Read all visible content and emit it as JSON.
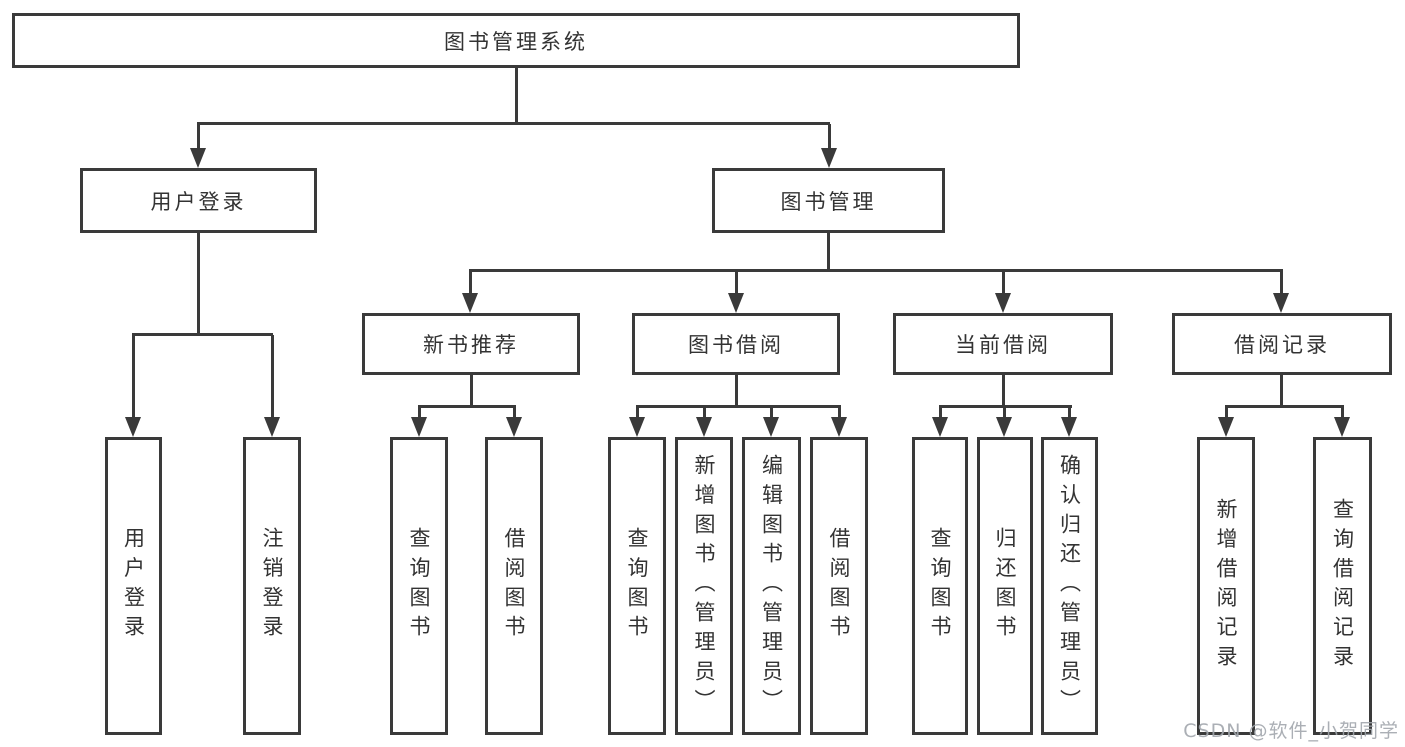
{
  "tree": {
    "label": "图书管理系统",
    "children": [
      {
        "label": "用户登录",
        "children": [
          {
            "label": "用户登录"
          },
          {
            "label": "注销登录"
          }
        ]
      },
      {
        "label": "图书管理",
        "children": [
          {
            "label": "新书推荐",
            "children": [
              {
                "label": "查询图书"
              },
              {
                "label": "借阅图书"
              }
            ]
          },
          {
            "label": "图书借阅",
            "children": [
              {
                "label": "查询图书"
              },
              {
                "label": "新增图书（管理员）"
              },
              {
                "label": "编辑图书（管理员）"
              },
              {
                "label": "借阅图书"
              }
            ]
          },
          {
            "label": "当前借阅",
            "children": [
              {
                "label": "查询图书"
              },
              {
                "label": "归还图书"
              },
              {
                "label": "确认归还（管理员）"
              }
            ]
          },
          {
            "label": "借阅记录",
            "children": [
              {
                "label": "新增借阅记录"
              },
              {
                "label": "查询借阅记录"
              }
            ]
          }
        ]
      }
    ]
  },
  "watermark": {
    "text": "CSDN @软件_小贺同学"
  },
  "colors": {
    "line": "#3a3a3a",
    "text": "#333333",
    "watermark": "#a2a7ad",
    "background": "#ffffff"
  }
}
